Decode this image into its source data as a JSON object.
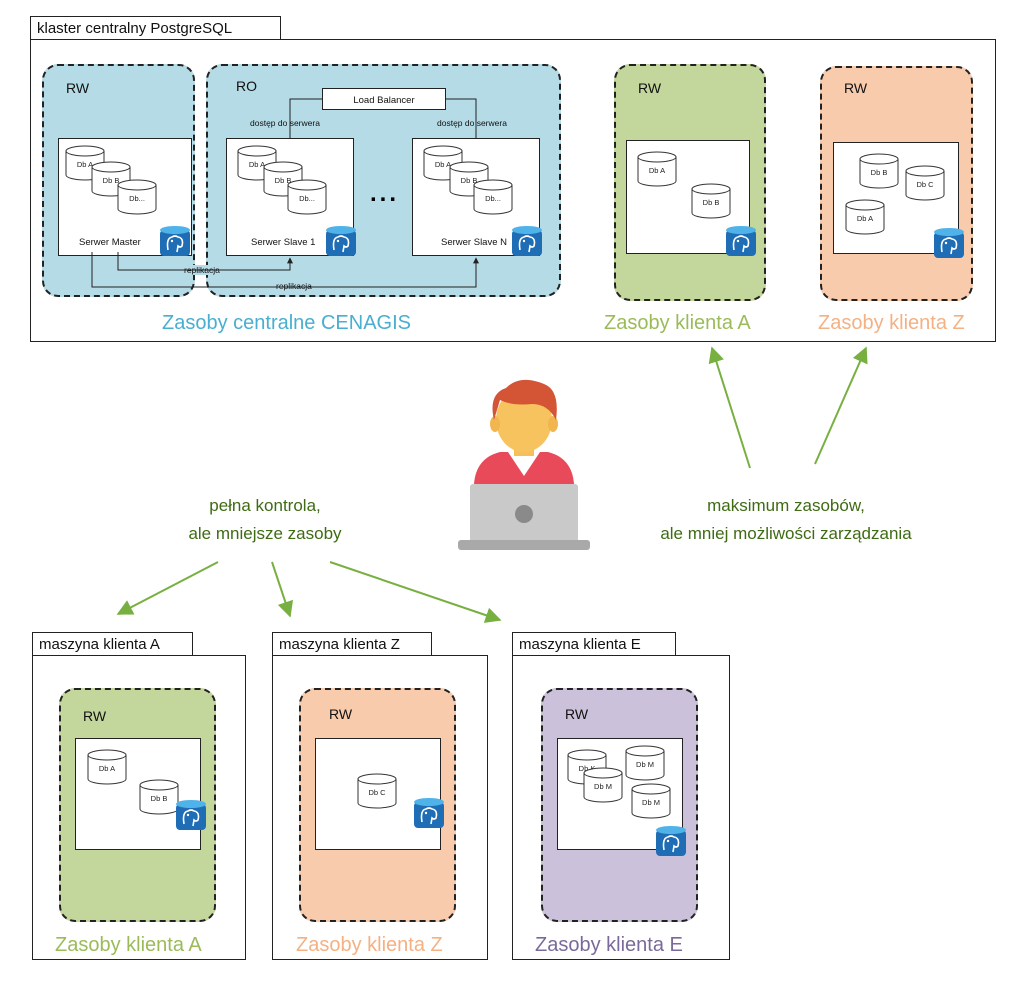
{
  "cluster": {
    "title": "klaster centralny PostgreSQL",
    "central": {
      "rw_label": "RW",
      "ro_label": "RO",
      "caption": "Zasoby centralne CENAGIS",
      "load_balancer": "Load Balancer",
      "access_left": "dostęp do serwera",
      "access_right": "dostęp do serwera",
      "master": {
        "name": "Serwer Master",
        "dbs": [
          "Db A",
          "Db B",
          "Db..."
        ]
      },
      "slave1": {
        "name": "Serwer Slave 1",
        "dbs": [
          "Db A",
          "Db B",
          "Db..."
        ]
      },
      "slaveN": {
        "name": "Serwer Slave N",
        "dbs": [
          "Db A",
          "Db B",
          "Db..."
        ]
      },
      "ellipsis": "...",
      "replication1": "replikacja",
      "replication2": "replikacja"
    },
    "client_a": {
      "rw_label": "RW",
      "caption": "Zasoby klienta A",
      "dbs": [
        "Db A",
        "Db B"
      ]
    },
    "client_z": {
      "rw_label": "RW",
      "caption": "Zasoby klienta Z",
      "dbs": [
        "Db B",
        "Db C",
        "Db A"
      ]
    }
  },
  "notes": {
    "left_line1": "pełna kontrola,",
    "left_line2": "ale mniejsze zasoby",
    "right_line1": "maksimum zasobów,",
    "right_line2": "ale mniej możliwości zarządzania"
  },
  "machines": [
    {
      "title": "maszyna klienta A",
      "rw_label": "RW",
      "caption": "Zasoby klienta A",
      "dbs": [
        "Db A",
        "Db B"
      ]
    },
    {
      "title": "maszyna klienta Z",
      "rw_label": "RW",
      "caption": "Zasoby klienta Z",
      "dbs": [
        "Db C"
      ]
    },
    {
      "title": "maszyna klienta E",
      "rw_label": "RW",
      "caption": "Zasoby klienta E",
      "dbs": [
        "Db K",
        "Db M",
        "Db M",
        "Db M"
      ]
    }
  ],
  "colors": {
    "blue_zone": "#b4dbe6",
    "green_zone": "#c3d69b",
    "orange_zone": "#f8cbad",
    "purple_zone": "#ccc1da",
    "blue_text": "#4aaed0",
    "green_text": "#9bbb59",
    "orange_text": "#f4b183",
    "purple_text": "#7a6a9a",
    "arrow": "#77b041"
  },
  "icons": [
    "postgresql-icon",
    "database-cylinder-icon",
    "user-laptop-icon",
    "arrow-icon"
  ]
}
